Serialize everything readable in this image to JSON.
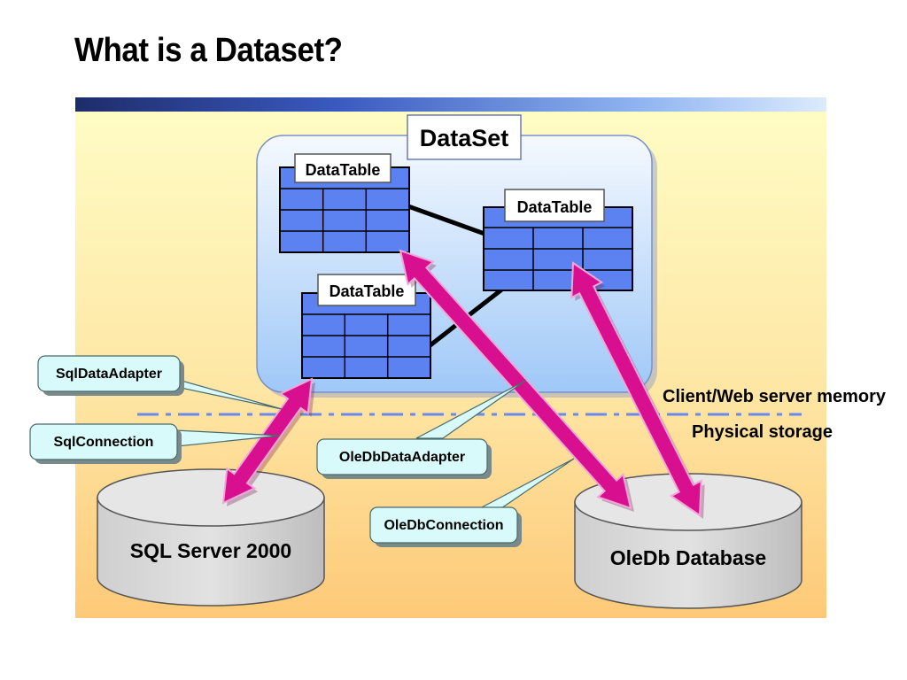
{
  "slide": {
    "title": "What is a Dataset?"
  },
  "dataset": {
    "label": "DataSet",
    "tables": [
      {
        "label": "DataTable"
      },
      {
        "label": "DataTable"
      },
      {
        "label": "DataTable"
      }
    ]
  },
  "callouts": {
    "sql_data_adapter": "SqlDataAdapter",
    "sql_connection": "SqlConnection",
    "oledb_data_adapter": "OleDbDataAdapter",
    "oledb_connection": "OleDbConnection"
  },
  "layers": {
    "memory": "Client/Web server memory",
    "storage": "Physical storage"
  },
  "databases": {
    "sql_server": "SQL Server 2000",
    "oledb": "OleDb Database"
  },
  "colors": {
    "table_blue": "#5b82f0",
    "arrow_magenta": "#d8108f",
    "callout_cyan": "#d8fafa",
    "divider_blue": "#6a88ee"
  }
}
